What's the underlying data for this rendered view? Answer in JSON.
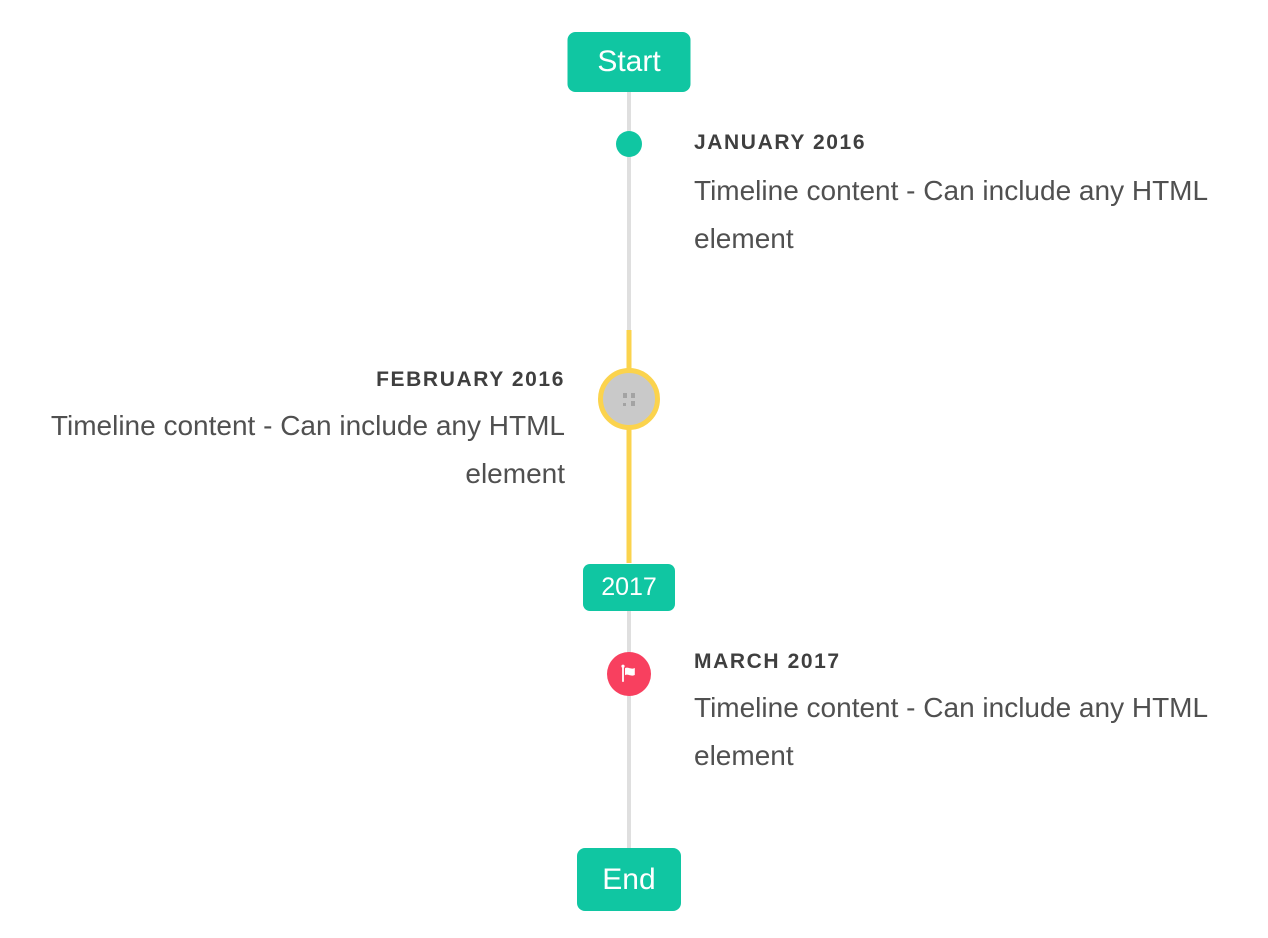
{
  "colors": {
    "accent": "#10c6a2",
    "highlight": "#fbd34d",
    "danger": "#f8405f",
    "line-gray": "#dfdfdf",
    "marker-gray": "#c9c9c9",
    "title-color": "#3f3f3f",
    "body-color": "#505050"
  },
  "timeline": {
    "start_label": "Start",
    "end_label": "End",
    "year_badge": "2017",
    "items": [
      {
        "title": "JANUARY 2016",
        "content": "Timeline content - Can include any HTML element",
        "side": "right",
        "marker": "teal-dot"
      },
      {
        "title": "FEBRUARY 2016",
        "content": "Timeline content - Can include any HTML element",
        "side": "left",
        "marker": "broken-image"
      },
      {
        "title": "MARCH 2017",
        "content": "Timeline content - Can include any HTML element",
        "side": "right",
        "marker": "flag"
      }
    ],
    "icons": {
      "flag": "flag-icon",
      "broken_image": "broken-image-icon"
    }
  }
}
